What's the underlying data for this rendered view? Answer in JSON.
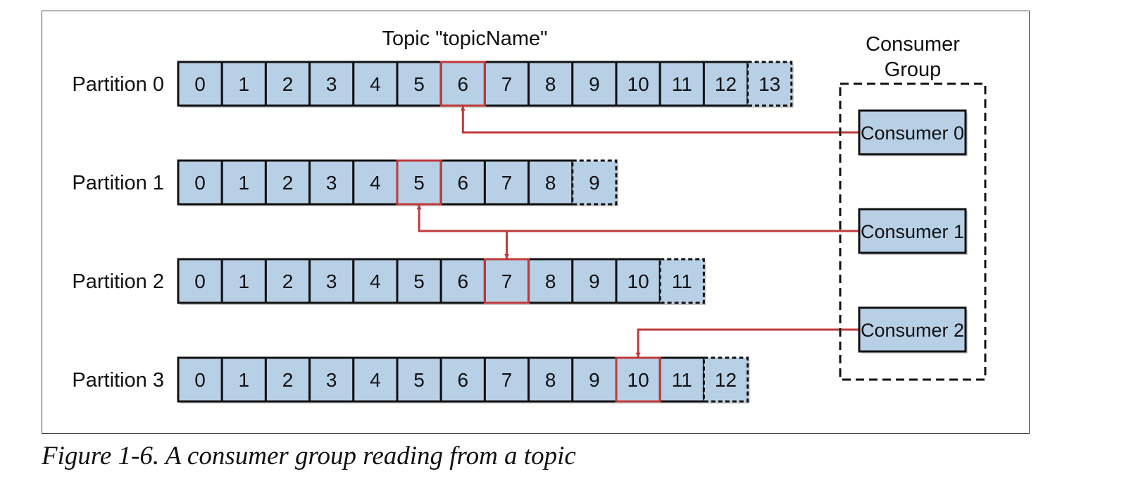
{
  "topic_title": "Topic \"topicName\"",
  "group_title_line1": "Consumer",
  "group_title_line2": "Group",
  "caption": "Figure 1-6. A consumer group reading from a topic",
  "colors": {
    "cell_fill": "#b8d0e6",
    "cell_stroke": "#111111",
    "highlight_stroke": "#c0393b",
    "arrow": "#c0393b"
  },
  "partitions": [
    {
      "label": "Partition 0",
      "offsets": [
        "0",
        "1",
        "2",
        "3",
        "4",
        "5",
        "6",
        "7",
        "8",
        "9",
        "10",
        "11",
        "12",
        "13"
      ],
      "pending_offset": "13",
      "current_offset": "6"
    },
    {
      "label": "Partition 1",
      "offsets": [
        "0",
        "1",
        "2",
        "3",
        "4",
        "5",
        "6",
        "7",
        "8",
        "9"
      ],
      "pending_offset": "9",
      "current_offset": "5"
    },
    {
      "label": "Partition 2",
      "offsets": [
        "0",
        "1",
        "2",
        "3",
        "4",
        "5",
        "6",
        "7",
        "8",
        "9",
        "10",
        "11"
      ],
      "pending_offset": "11",
      "current_offset": "7"
    },
    {
      "label": "Partition 3",
      "offsets": [
        "0",
        "1",
        "2",
        "3",
        "4",
        "5",
        "6",
        "7",
        "8",
        "9",
        "10",
        "11",
        "12"
      ],
      "pending_offset": "12",
      "current_offset": "10"
    }
  ],
  "consumers": [
    {
      "label": "Consumer 0",
      "reads_partitions": [
        "Partition 0"
      ]
    },
    {
      "label": "Consumer 1",
      "reads_partitions": [
        "Partition 1",
        "Partition 2"
      ]
    },
    {
      "label": "Consumer 2",
      "reads_partitions": [
        "Partition 3"
      ]
    }
  ]
}
